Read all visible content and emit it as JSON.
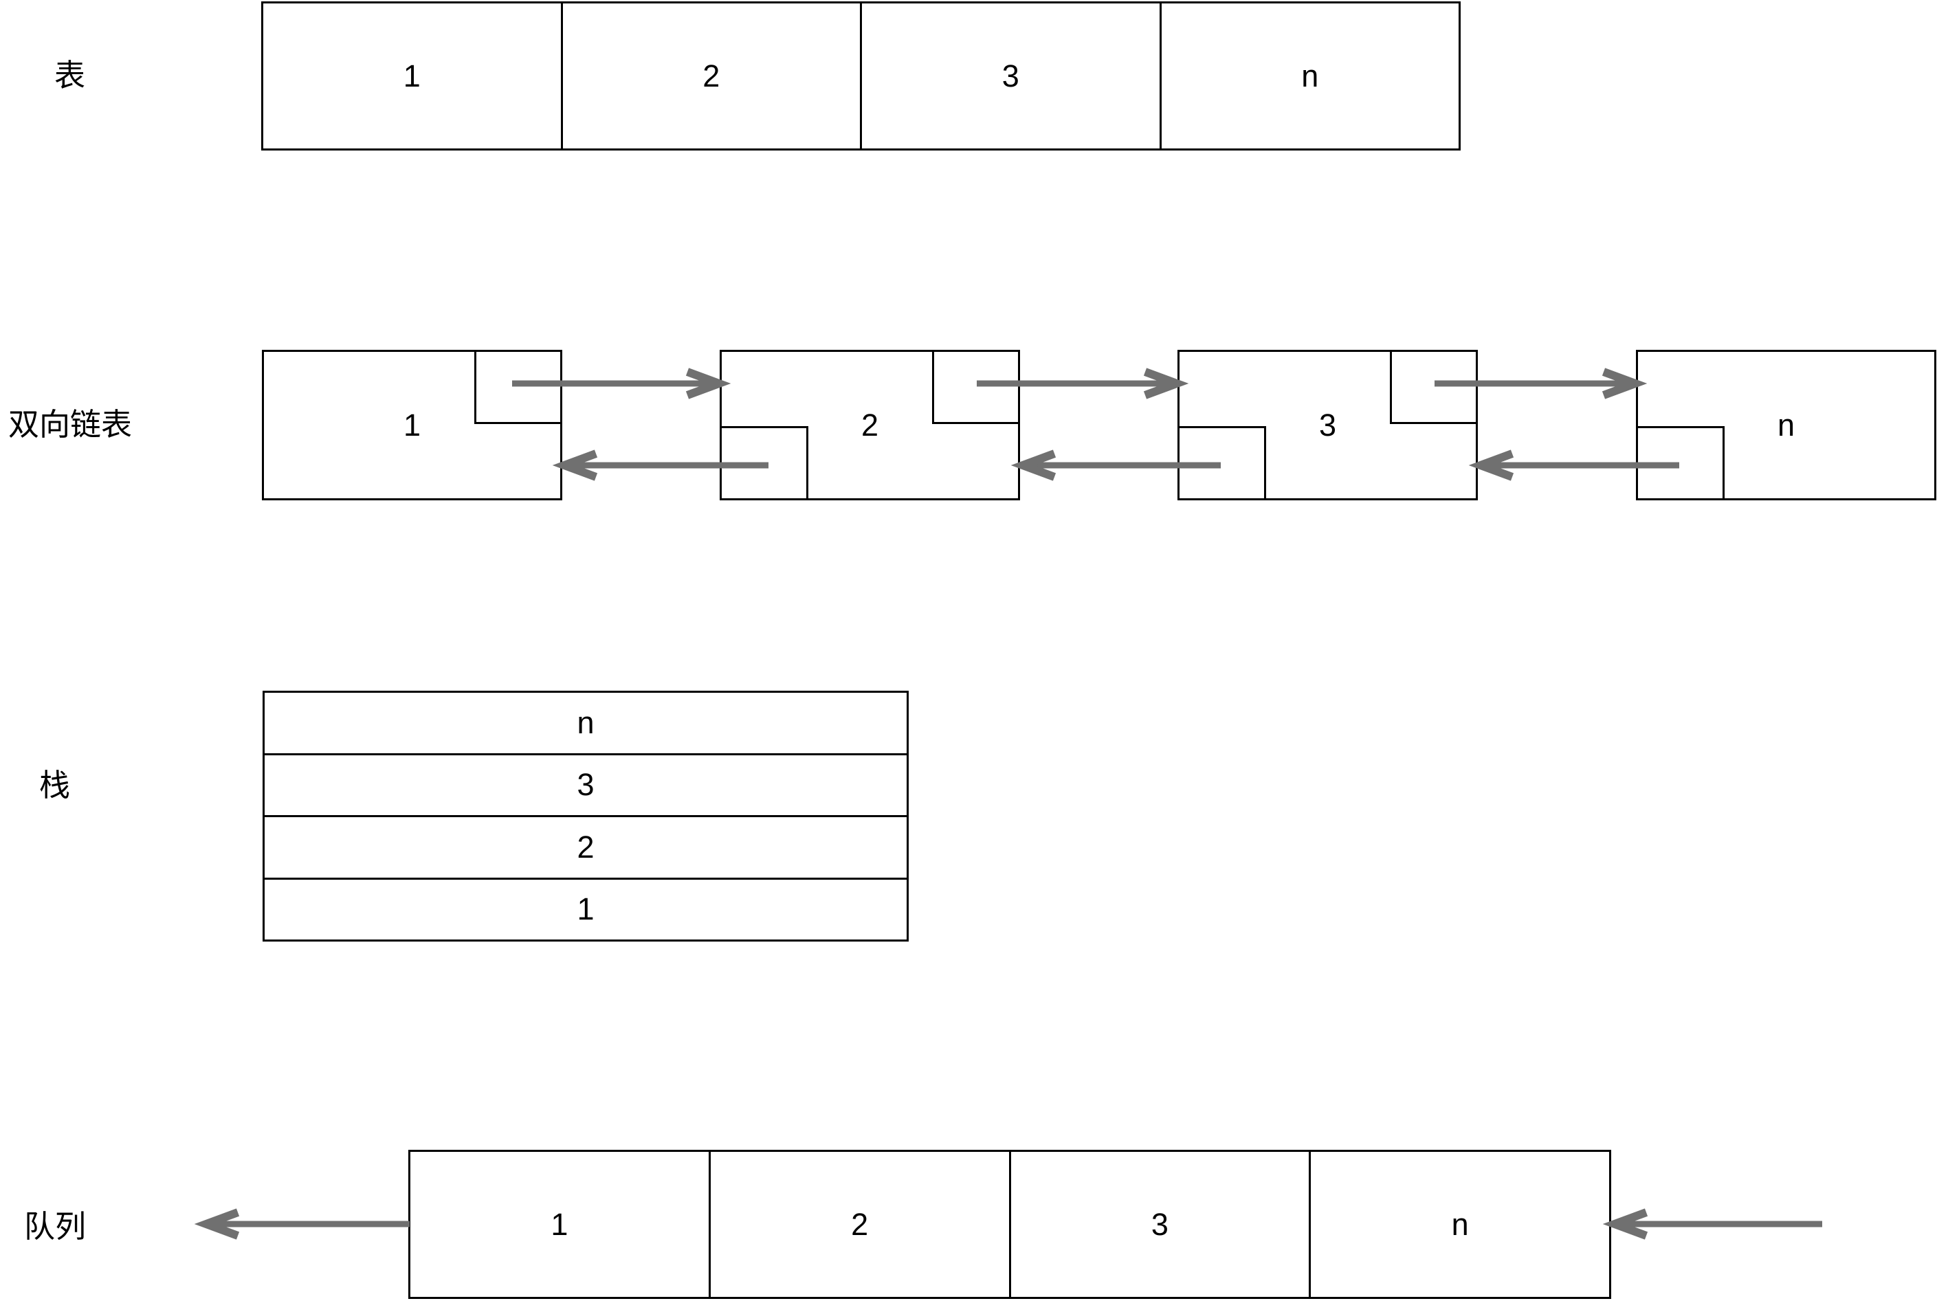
{
  "array": {
    "label": "表",
    "cells": [
      "1",
      "2",
      "3",
      "n"
    ]
  },
  "linked_list": {
    "label": "双向链表",
    "nodes": [
      "1",
      "2",
      "3",
      "n"
    ]
  },
  "stack": {
    "label": "栈",
    "cells": [
      "n",
      "3",
      "2",
      "1"
    ]
  },
  "queue": {
    "label": "队列",
    "cells": [
      "1",
      "2",
      "3",
      "n"
    ]
  },
  "colors": {
    "background": "#ffffff",
    "border": "#000000",
    "text": "#000000",
    "arrow": "#707070"
  }
}
